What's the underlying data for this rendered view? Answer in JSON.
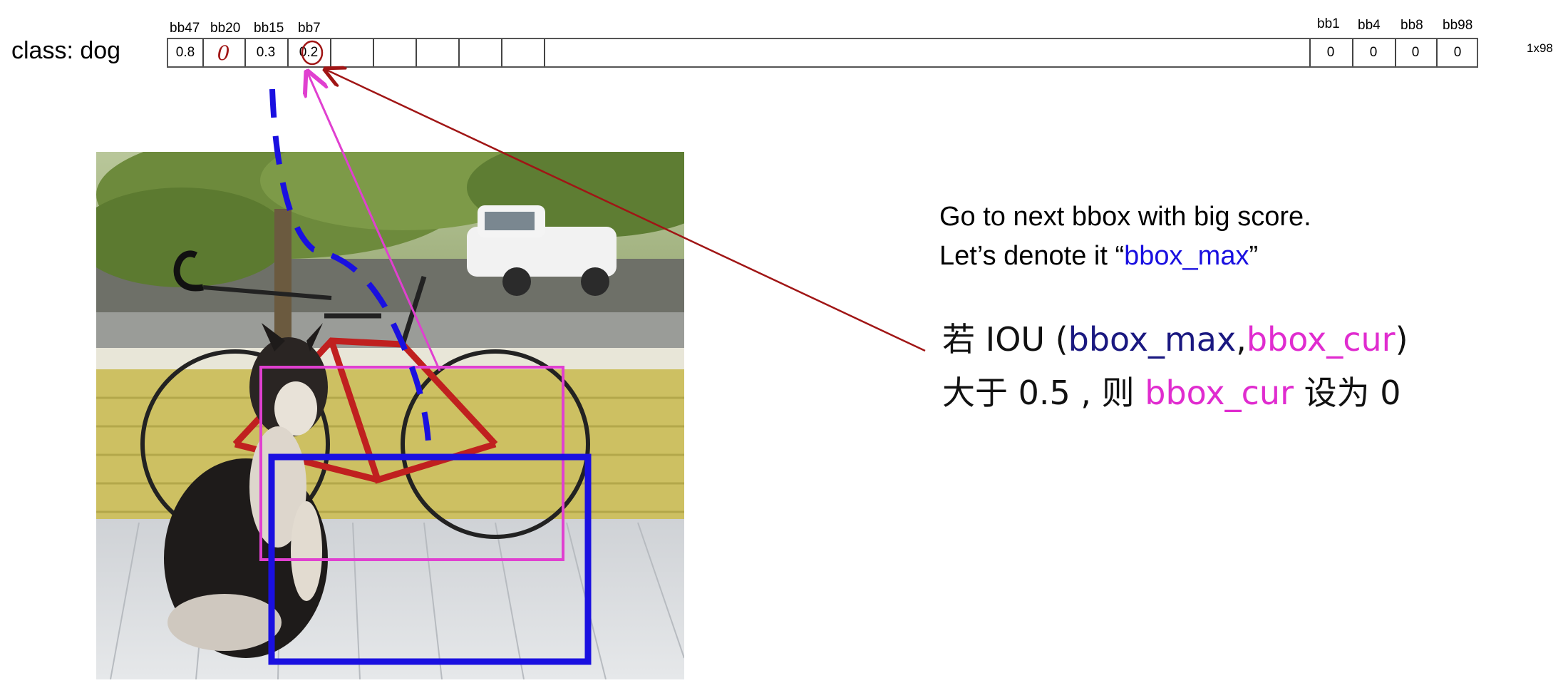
{
  "class_label": "class: dog",
  "vector_size": "1x98",
  "score_cells": [
    {
      "label": "bb47",
      "value": "0.8",
      "handwritten": false
    },
    {
      "label": "bb20",
      "value": "0",
      "handwritten": true
    },
    {
      "label": "bb15",
      "value": "0.3",
      "handwritten": false
    },
    {
      "label": "bb7",
      "value": "0.2",
      "handwritten": false
    }
  ],
  "tail_cells": [
    {
      "label": "bb1",
      "value": "0"
    },
    {
      "label": "bb4",
      "value": "0"
    },
    {
      "label": "bb8",
      "value": "0"
    },
    {
      "label": "bb98",
      "value": "0"
    }
  ],
  "note": {
    "line1": "Go to next bbox with big score.",
    "line2_prefix": "Let’s denote it “",
    "line2_highlight": "bbox_max",
    "line2_suffix": "”"
  },
  "handwritten_note": {
    "part1": "若 IOU (",
    "bbox_max": "bbox_max",
    "comma": ",",
    "bbox_cur": "bbox_cur",
    "close": ")",
    "part2": "大于 0.5 , 则",
    "bbox_cur2": "bbox_cur",
    "part3": "设为 0"
  },
  "colors": {
    "bbox_max": "#1a10e0",
    "bbox_cur": "#e040d0",
    "arrow": "#a01515",
    "handwritten_zero": "#a01515"
  }
}
